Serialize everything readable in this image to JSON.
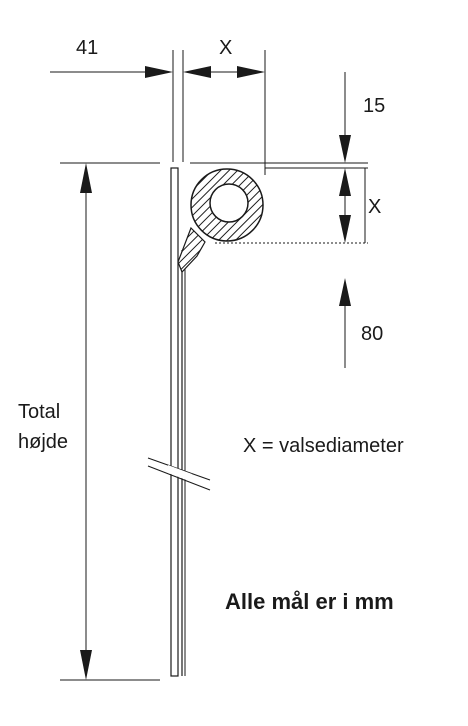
{
  "dimensions": {
    "left_offset": "41",
    "roll_width": "X",
    "top_clearance": "15",
    "roll_height": "X",
    "bottom_clearance": "80"
  },
  "height_label": {
    "line1": "Total",
    "line2": "højde"
  },
  "legend": "X = valsediameter",
  "note": "Alle mål er i mm",
  "colors": {
    "line": "#1a1a1a",
    "background": "#ffffff"
  }
}
